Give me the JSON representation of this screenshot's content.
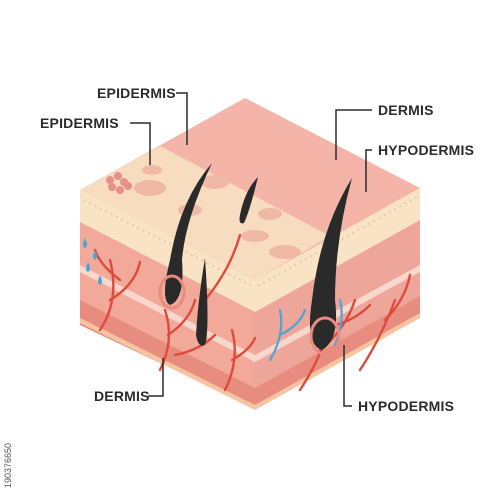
{
  "labels": {
    "top_left_1": "EPIDERMIS",
    "top_left_2": "EPIDERMIS",
    "top_right_1": "DERMIS",
    "top_right_2": "HYPODERMIS",
    "bottom_left": "DERMIS",
    "bottom_right": "HYPODERMIS"
  },
  "stock_id": "190376650",
  "colors": {
    "top_face": "#f4b5a8",
    "epidermis": "#f9e3c5",
    "dermis": "#f2a99a",
    "hypodermis": "#eca8a0",
    "vessels": "#dd4b3d",
    "veins": "#4aa6d8",
    "hair": "#2a2a2a",
    "label_text": "#2b2b2b"
  }
}
